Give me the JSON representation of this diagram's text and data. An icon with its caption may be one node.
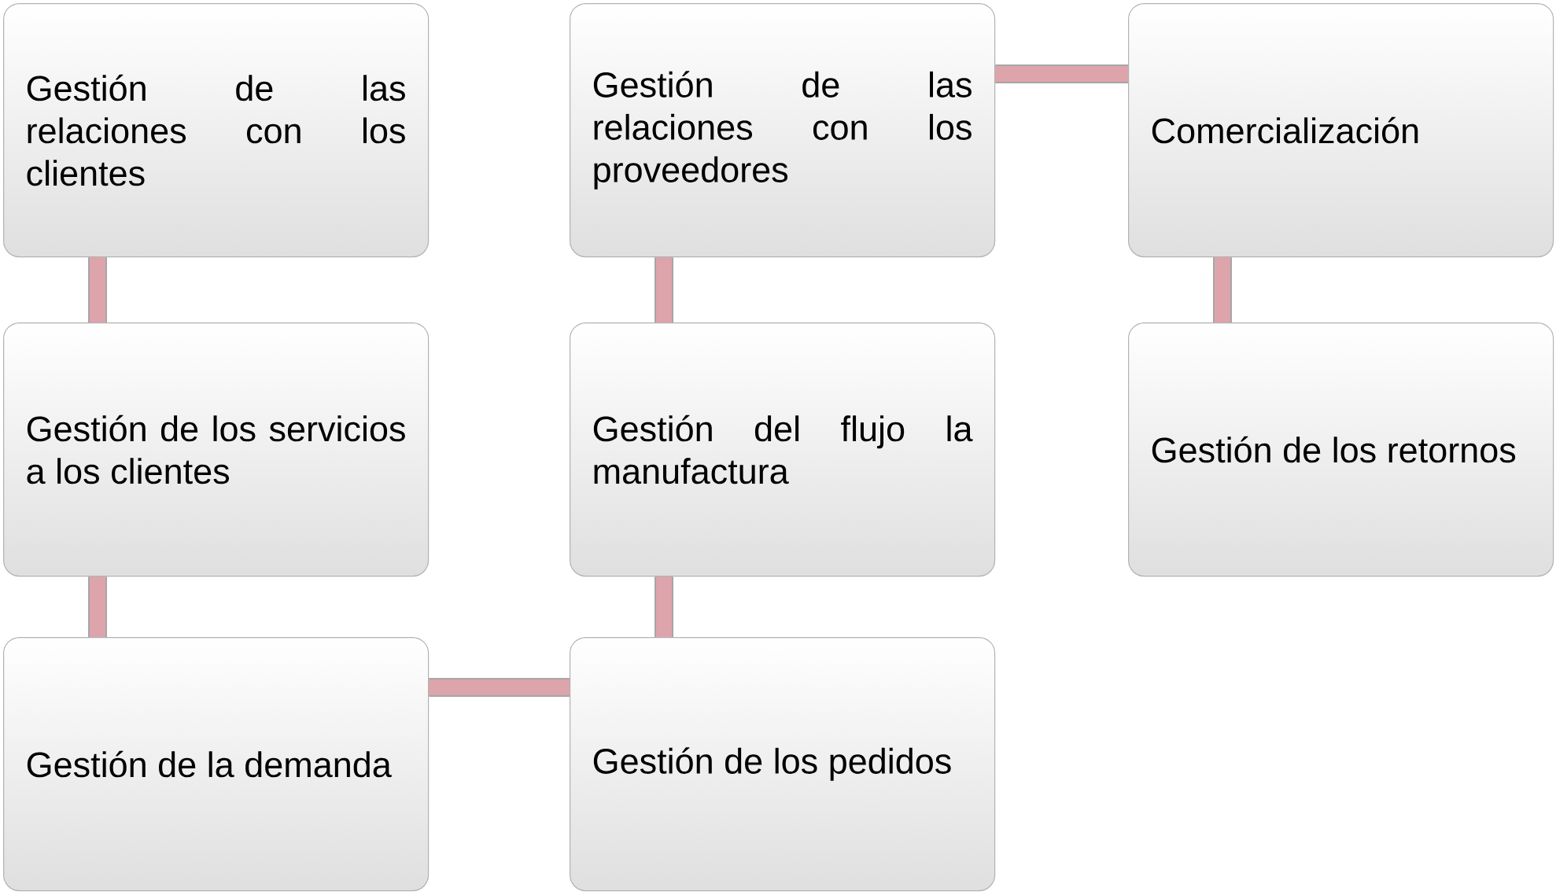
{
  "diagram": {
    "nodes": [
      {
        "text": [
          "Gestión de las relaciones con los clientes"
        ]
      },
      {
        "text": [
          "Gestión de los servicios a los clientes"
        ]
      },
      {
        "text": [
          "Gestión de la demanda"
        ]
      },
      {
        "text": [
          "Gestión de los pedidos"
        ]
      },
      {
        "text": [
          "Gestión del flujo la manufactura"
        ]
      },
      {
        "text": [
          "Gestión de las relaciones con los proveedores"
        ]
      },
      {
        "text": [
          "Comercialización"
        ]
      },
      {
        "text": [
          "Gestión de los retornos"
        ]
      }
    ],
    "edges": [
      {
        "from": 0,
        "to": 1,
        "arrow": "none"
      },
      {
        "from": 1,
        "to": 2,
        "arrow": "none"
      },
      {
        "from": 2,
        "to": 3,
        "arrow": "none"
      },
      {
        "from": 3,
        "to": 4,
        "arrow": "none"
      },
      {
        "from": 4,
        "to": 5,
        "arrow": "none"
      },
      {
        "from": 5,
        "to": 6,
        "arrow": "none"
      },
      {
        "from": 6,
        "to": 7,
        "arrow": "none"
      }
    ]
  }
}
